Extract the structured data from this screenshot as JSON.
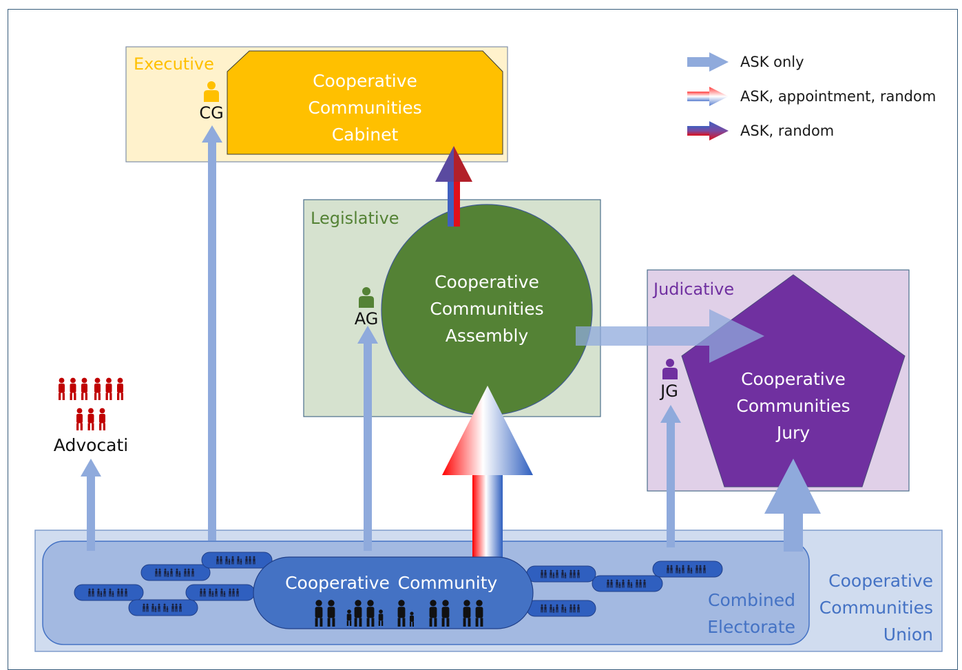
{
  "legend": {
    "ask_only": "ASK only",
    "ask_appointment_random": "ASK, appointment, random",
    "ask_random": "ASK, random"
  },
  "executive": {
    "branch_label": "Executive",
    "body_lines": [
      "Cooperative",
      "Communities",
      "Cabinet"
    ],
    "guardian": "CG",
    "color": "#FFC000",
    "bg": "#FFF2CC"
  },
  "legislative": {
    "branch_label": "Legislative",
    "body_lines": [
      "Cooperative",
      "Communities",
      "Assembly"
    ],
    "guardian": "AG",
    "color": "#548235",
    "bg": "#D6E2CF"
  },
  "judicative": {
    "branch_label": "Judicative",
    "body_lines": [
      "Cooperative",
      "Communities",
      "Jury"
    ],
    "guardian": "JG",
    "color": "#7030A0",
    "bg": "#E0D0E8"
  },
  "advocati": {
    "label": "Advocati",
    "color": "#C00000"
  },
  "community": {
    "word1": "Cooperative",
    "word2": "Community",
    "color": "#4472C4"
  },
  "electorate": {
    "lines": [
      "Combined",
      "Electorate"
    ]
  },
  "union": {
    "lines": [
      "Cooperative",
      "Communities",
      "Union"
    ]
  },
  "arrow_color": "#8FAADC"
}
